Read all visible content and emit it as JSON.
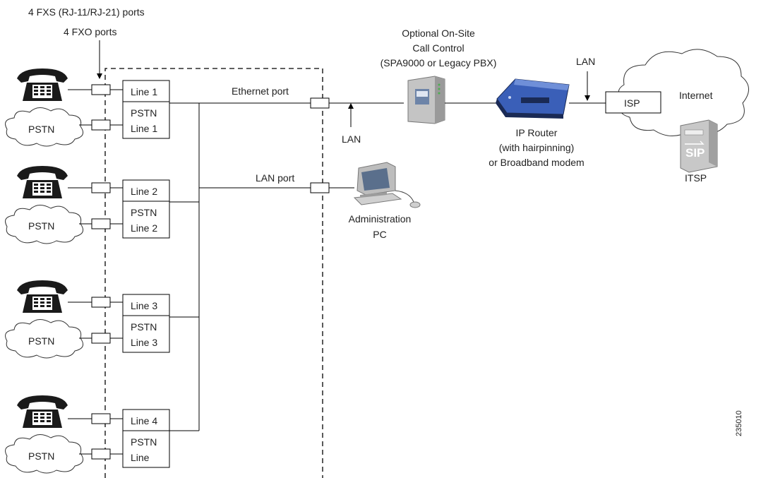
{
  "header": {
    "fxs_ports": "4 FXS (RJ-11/RJ-21) ports",
    "fxo_ports": "4 FXO ports"
  },
  "ports": {
    "ethernet_port": "Ethernet port",
    "lan_port": "LAN port"
  },
  "line_groups": [
    {
      "line_label": "Line 1",
      "pstn_line_label": "PSTN",
      "pstn_line_label_2": "Line 1",
      "pstn_cloud": "PSTN"
    },
    {
      "line_label": "Line 2",
      "pstn_line_label": "PSTN",
      "pstn_line_label_2": "Line 2",
      "pstn_cloud": "PSTN"
    },
    {
      "line_label": "Line 3",
      "pstn_line_label": "PSTN",
      "pstn_line_label_2": "Line 3",
      "pstn_cloud": "PSTN"
    },
    {
      "line_label": "Line 4",
      "pstn_line_label": "PSTN",
      "pstn_line_label_2": "Line",
      "pstn_cloud": "PSTN"
    }
  ],
  "lan_left": "LAN",
  "call_control": {
    "line1": "Optional On-Site",
    "line2": "Call Control",
    "line3": "(SPA9000 or Legacy PBX)"
  },
  "router": {
    "line1": "IP Router",
    "line2": "(with hairpinning)",
    "line3": "or Broadband modem"
  },
  "lan_right": "LAN",
  "isp": "ISP",
  "internet": "Internet",
  "itsp": "ITSP",
  "sip_icon_text": "SIP",
  "admin_pc": {
    "line1": "Administration",
    "line2": "PC"
  },
  "figure_number": "235010",
  "colors": {
    "router_blue": "#3a5fb8",
    "router_dark": "#1a2a55",
    "device_gray": "#b8b8b8",
    "phone_black": "#1a1a1a"
  }
}
